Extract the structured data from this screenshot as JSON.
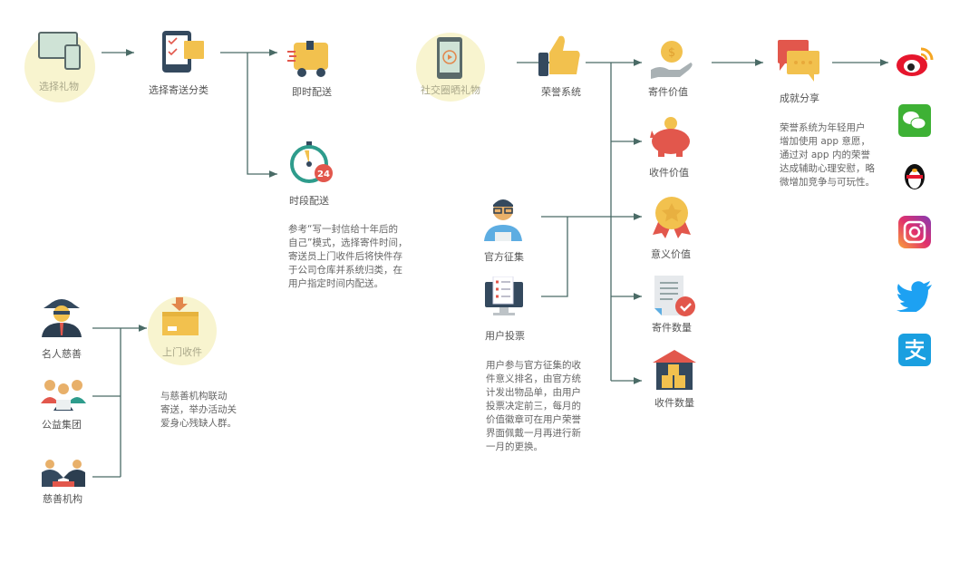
{
  "left_flow": {
    "nodes": [
      {
        "id": "select-gift",
        "label": "选择礼物"
      },
      {
        "id": "select-category",
        "label": "选择寄送分类"
      },
      {
        "id": "instant-delivery",
        "label": "即时配送"
      },
      {
        "id": "scheduled-delivery",
        "label": "时段配送"
      }
    ],
    "scheduled_desc": [
      "参考“写一封信给十年后的",
      "自己”模式，选择寄件时间，",
      "寄送员上门收件后将快件存",
      "于公司仓库并系统归类，在",
      "用户指定时间内配送。"
    ],
    "timer_badge": "24"
  },
  "charity_flow": {
    "sources": [
      {
        "id": "celebrity",
        "label": "名人慈善"
      },
      {
        "id": "public-group",
        "label": "公益集团"
      },
      {
        "id": "charity-org",
        "label": "慈善机构"
      }
    ],
    "target": {
      "label": "上门收件"
    },
    "desc": [
      "与慈善机构联动",
      "寄送，举办活动关",
      "爱身心残缺人群。"
    ]
  },
  "honor_flow": {
    "social_share": {
      "label": "社交圈晒礼物"
    },
    "honor_system": {
      "label": "荣誉系统"
    },
    "values": [
      {
        "id": "send-value",
        "label": "寄件价值"
      },
      {
        "id": "receive-value",
        "label": "收件价值"
      },
      {
        "id": "meaning-value",
        "label": "意义价值"
      },
      {
        "id": "send-count",
        "label": "寄件数量"
      },
      {
        "id": "receive-count",
        "label": "收件数量"
      }
    ],
    "official": {
      "label": "官方征集"
    },
    "vote": {
      "label": "用户投票"
    },
    "vote_desc": [
      "用户参与官方征集的收",
      "件意义排名，由官方统",
      "计发出物品单，由用户",
      "投票决定前三，每月的",
      "价值徽章可在用户荣誉",
      "界面佩戴一月再进行新",
      "一月的更换。"
    ],
    "achievement": {
      "label": "成就分享"
    },
    "achievement_desc": [
      "荣誉系统为年轻用户",
      "增加使用 app 意愿，",
      "通过对 app 内的荣誉",
      "达成辅助心理安慰，略",
      "微增加竞争与可玩性。"
    ]
  },
  "social_platforms": [
    "weibo",
    "wechat",
    "qq",
    "instagram",
    "twitter",
    "alipay"
  ],
  "colors": {
    "line": "#4a6b66",
    "yellow": "#f2c14e",
    "red": "#e2574c",
    "halo": "#f8f4cf",
    "teal": "#2e9c8c",
    "navy": "#2c3e50"
  }
}
